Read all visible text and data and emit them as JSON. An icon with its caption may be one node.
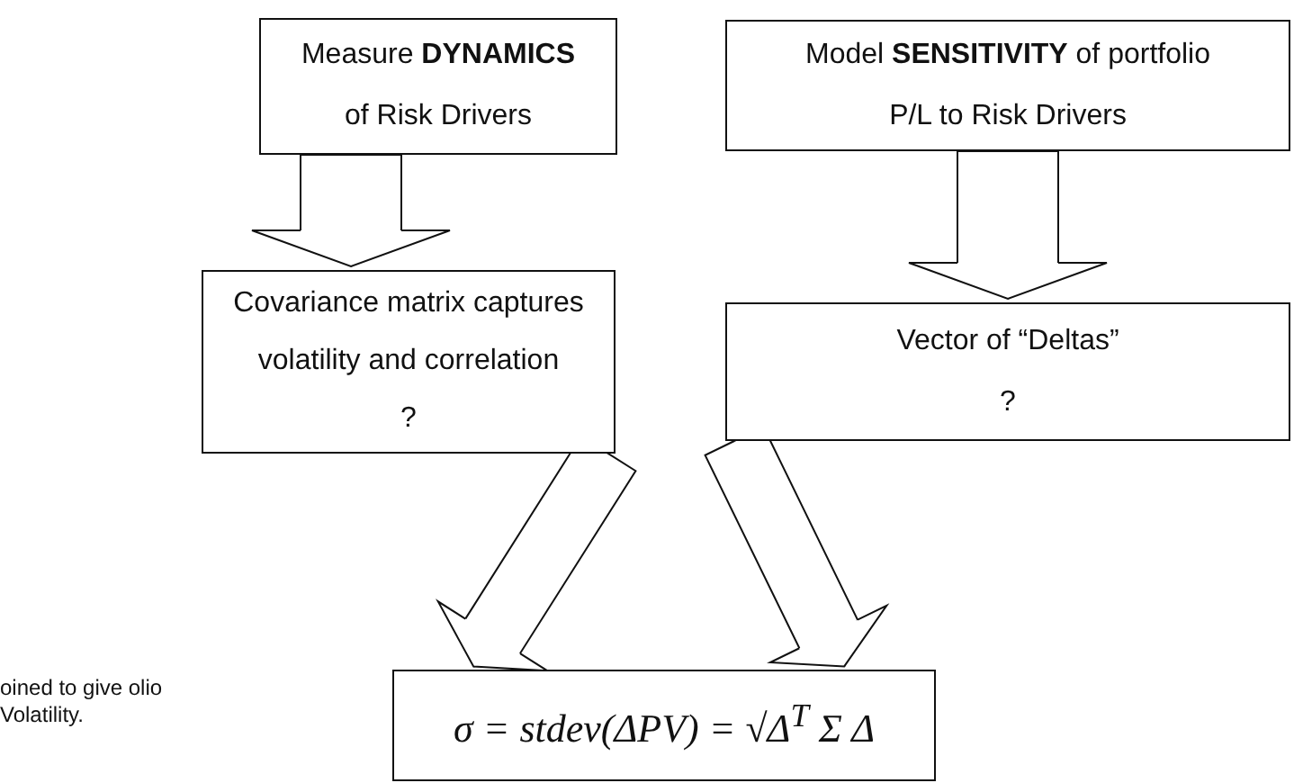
{
  "diagram": {
    "nodes": [
      {
        "text": [
          "Measure **DYNAMICS** of Risk Drivers"
        ]
      },
      {
        "text": [
          "Model **SENSITIVITY** of portfolio P/L to Risk Drivers"
        ]
      },
      {
        "text": [
          "Covariance matrix captures volatility and correlation",
          "?"
        ]
      },
      {
        "text": [
          "Vector of “Deltas”",
          "?"
        ]
      },
      {
        "text": [
          "σ = stdev(ΔPV) = √Δ$^{T}$ Σ Δ"
        ]
      }
    ],
    "edges": [
      {
        "from": 0,
        "to": 2,
        "arrow": "to"
      },
      {
        "from": 1,
        "to": 3,
        "arrow": "to"
      },
      {
        "from": 2,
        "to": 4,
        "arrow": "to"
      },
      {
        "from": 3,
        "to": 4,
        "arrow": "to"
      }
    ],
    "labels": [
      "oined to give olio Volatility."
    ]
  }
}
